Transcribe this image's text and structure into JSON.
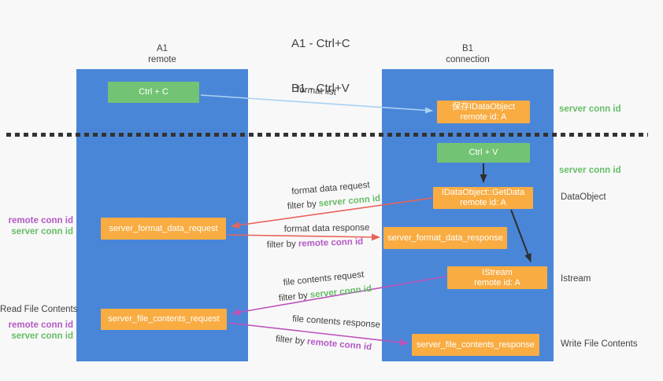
{
  "title": {
    "line1": "A1 - Ctrl+C",
    "line2": "B1 - Ctrl+V"
  },
  "lanes": {
    "a": {
      "title": "A1",
      "subtitle": "remote"
    },
    "b": {
      "title": "B1",
      "subtitle": "connection"
    }
  },
  "nodes": {
    "ctrl_c": {
      "label": "Ctrl + C"
    },
    "save_idataobject": {
      "line1": "保存IDataObject",
      "line2": "remote id: A"
    },
    "ctrl_v": {
      "label": "Ctrl + V"
    },
    "getdata": {
      "line1": "IDataObject::GetData",
      "line2": "remote id: A"
    },
    "format_request": {
      "label": "server_format_data_request"
    },
    "format_response": {
      "label": "server_format_data_response"
    },
    "istream": {
      "line1": "IStream",
      "line2": "remote id: A"
    },
    "file_request": {
      "label": "server_file_contents_request"
    },
    "file_response": {
      "label": "server_file_contents_response"
    }
  },
  "edge_labels": {
    "format_list": "format list",
    "format_data_request": "format data request",
    "format_data_response": "format data response",
    "file_contents_request": "file contents request",
    "file_contents_response": "file contents response",
    "filter_by": "filter by",
    "server_conn_id": "server conn id",
    "remote_conn_id": "remote conn id"
  },
  "side_labels": {
    "remote_conn_id": "remote conn id",
    "server_conn_id": "server conn id",
    "read_file_contents": "Read File Contents",
    "dataobject": "DataObject",
    "istream": "Istream",
    "write_file_contents": "Write File Contents"
  },
  "colors": {
    "col-blue": "#4a86d8",
    "box-green": "#72c474",
    "box-orange": "#f8ac42",
    "text-green": "#67bd67",
    "text-purple": "#b35ac4",
    "arrow-red": "#e8635a",
    "arrow-magenta": "#bb53bb",
    "arrow-blue": "#a9d2f3",
    "arrow-black": "#2e2e2e",
    "ink": "#3f3f3f",
    "bg": "#f8f8f8",
    "dotted": "#333333"
  }
}
